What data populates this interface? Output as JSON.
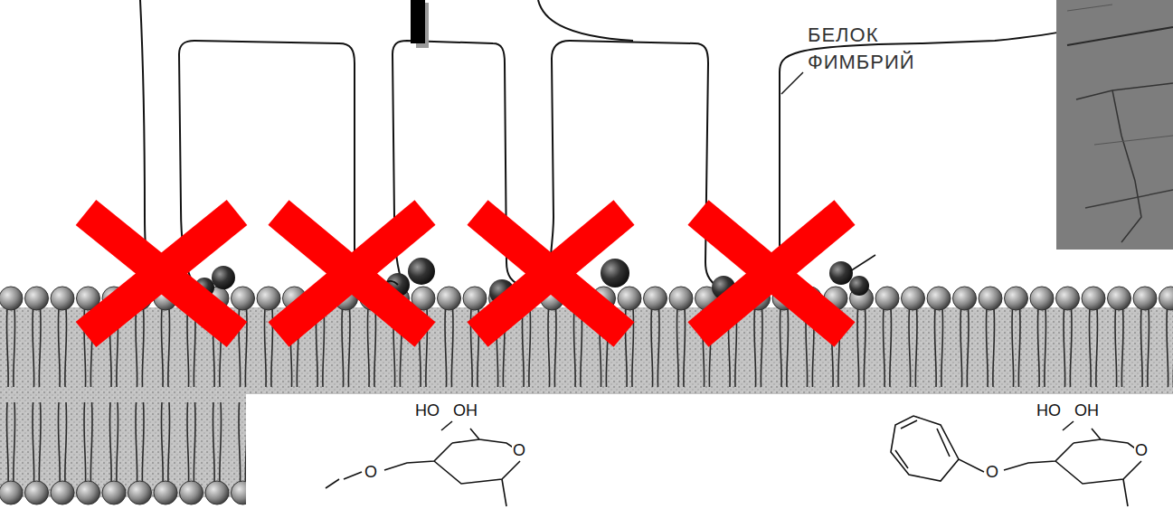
{
  "diagram": {
    "labels": [
      "БЕЛОК ФИМБРИЙ",
      "HO",
      "OH",
      "O",
      "O",
      "HO",
      "OH",
      "O",
      "O"
    ]
  }
}
